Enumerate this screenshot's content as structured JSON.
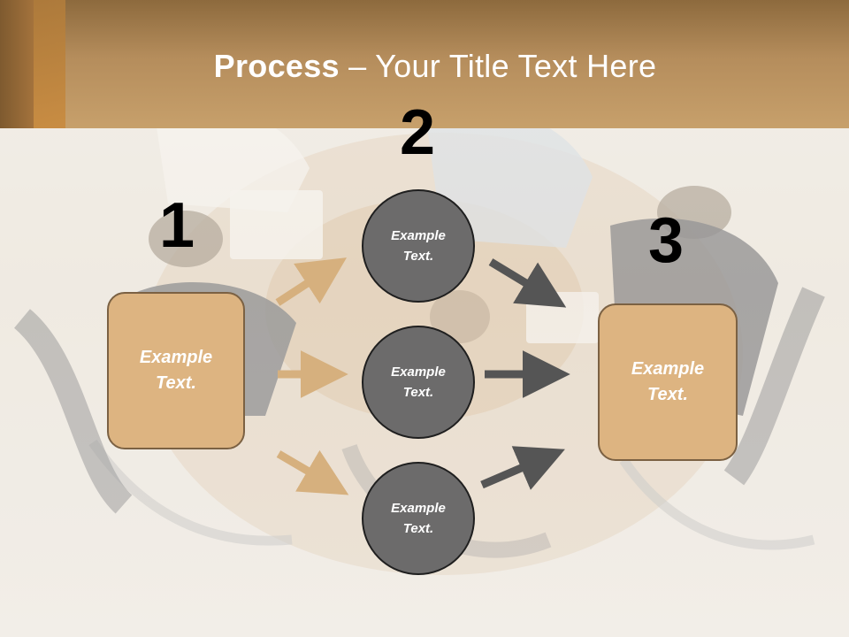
{
  "slide": {
    "title_bold": "Process",
    "title_rest": " – Your Title Text Here",
    "colors": {
      "header": "#c7a06b",
      "box_fill": "#ddb481",
      "circle_fill": "#6c6b6b",
      "tan_arrow": "#d6b07e",
      "dark_arrow": "#555555",
      "text": "#ffffff"
    }
  },
  "numbers": {
    "one": "1",
    "two": "2",
    "three": "3"
  },
  "nodes": {
    "left_box": "Example\nText.",
    "right_box": "Example\nText.",
    "circle_top": "Example\nText.",
    "circle_middle": "Example\nText.",
    "circle_bottom": "Example\nText."
  }
}
